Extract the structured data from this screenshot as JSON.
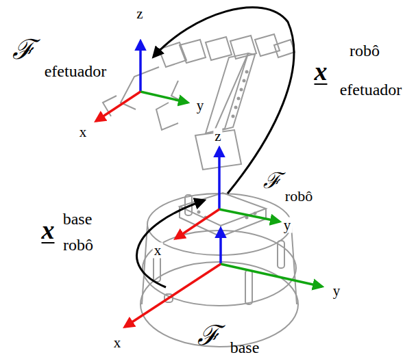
{
  "diagram": {
    "labels": [
      "z",
      "y",
      "x",
      "ℱ",
      "efetuador",
      "x",
      "robô",
      "efetuador",
      "z",
      "ℱ",
      "robô",
      "y",
      "x",
      "base",
      "robô",
      "x",
      "y",
      "x",
      "ℱ",
      "base"
    ]
  }
}
